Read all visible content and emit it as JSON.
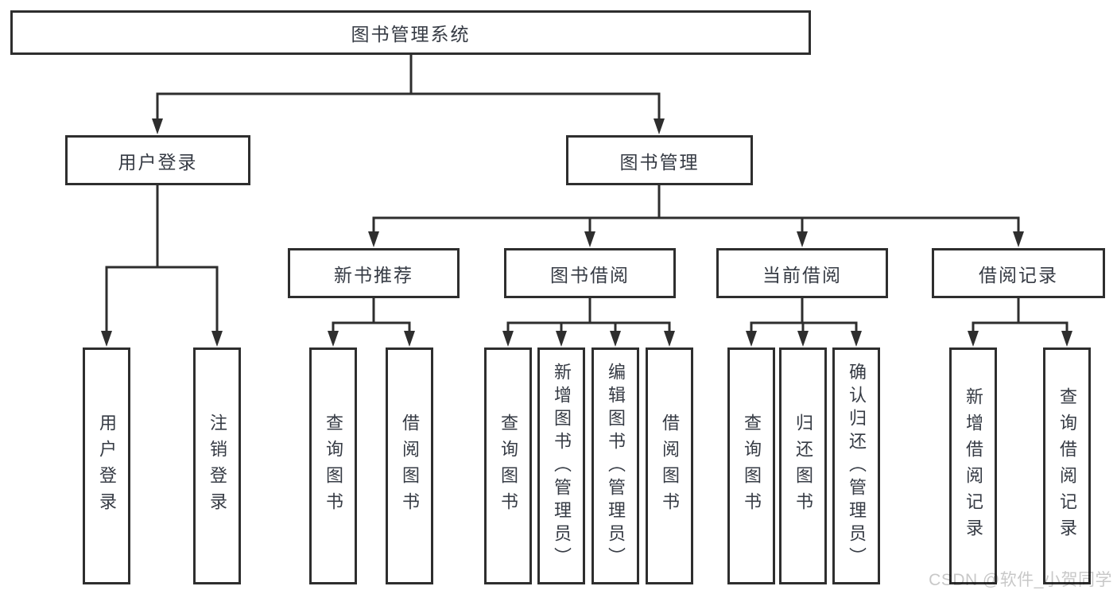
{
  "colors": {
    "line": "#2e2e2e",
    "box_border": "#2e2e2e",
    "text": "#363b44",
    "watermark": "#c8c8c8",
    "background": "#ffffff"
  },
  "tree": {
    "root": {
      "label": "图书管理系统"
    },
    "branches": [
      {
        "label": "用户登录",
        "children": [
          {
            "label": "用户登录"
          },
          {
            "label": "注销登录"
          }
        ]
      },
      {
        "label": "图书管理",
        "children": [
          {
            "label": "新书推荐",
            "children": [
              {
                "label": "查询图书"
              },
              {
                "label": "借阅图书"
              }
            ]
          },
          {
            "label": "图书借阅",
            "children": [
              {
                "label": "查询图书"
              },
              {
                "label": "新增图书（管理员）"
              },
              {
                "label": "编辑图书（管理员）"
              },
              {
                "label": "借阅图书"
              }
            ]
          },
          {
            "label": "当前借阅",
            "children": [
              {
                "label": "查询图书"
              },
              {
                "label": "归还图书"
              },
              {
                "label": "确认归还（管理员）"
              }
            ]
          },
          {
            "label": "借阅记录",
            "children": [
              {
                "label": "新增借阅记录"
              },
              {
                "label": "查询借阅记录"
              }
            ]
          }
        ]
      }
    ]
  },
  "watermark": {
    "text": "CSDN @软件_小贺同学"
  }
}
